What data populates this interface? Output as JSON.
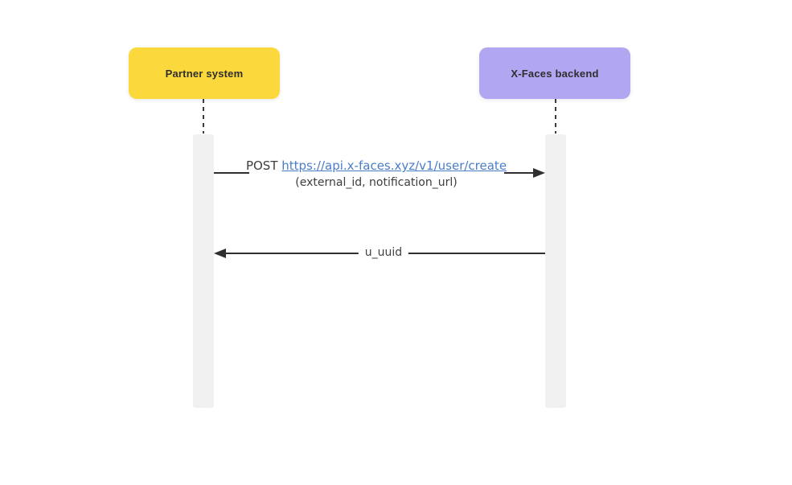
{
  "diagram": {
    "type": "sequence-diagram",
    "actors": [
      {
        "id": "partner-system",
        "label": "Partner system",
        "color": "#FBD93C"
      },
      {
        "id": "xfaces-backend",
        "label": "X-Faces backend",
        "color": "#B1A6F2"
      }
    ],
    "messages": [
      {
        "from": "partner-system",
        "to": "xfaces-backend",
        "prefix": "POST ",
        "link": "https://api.x-faces.xyz/v1/user/create",
        "args": "(external_id, notification_url)",
        "direction": "right"
      },
      {
        "from": "xfaces-backend",
        "to": "partner-system",
        "label": "u_uuid",
        "direction": "left"
      }
    ],
    "colors": {
      "actor_partner": "#FBD93C",
      "actor_backend": "#B1A6F2",
      "activation_bar": "#F0F0F1",
      "line": "#2f2f2f",
      "link_blue": "#4A7DC9",
      "text": "#3d3d3d",
      "background": "#ffffff"
    }
  }
}
